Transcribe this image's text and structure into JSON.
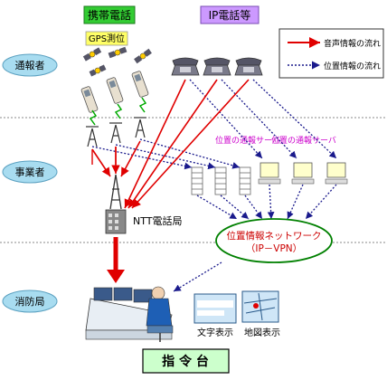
{
  "headers": {
    "mobile": "携帯電話",
    "ip_phone": "IP電話等"
  },
  "gps_label": "GPS測位",
  "legend": {
    "voice": "音声情報の流れ",
    "location": "位置情報の流れ"
  },
  "layers": {
    "caller": "通報者",
    "carrier": "事業者",
    "fire_dept": "消防局"
  },
  "location_server_labels": [
    "位置の通報サーバ",
    "位置の通報サーバ"
  ],
  "ntt_label": "NTT電話局",
  "network_label": [
    "位置情報ネットワーク",
    "（IP－VPN）"
  ],
  "screen_labels": {
    "text_display": "文字表示",
    "map_display": "地図表示"
  },
  "command_label": "指 令 台",
  "colors": {
    "voice": "#e00000",
    "location": "#1a1a8c",
    "mobile_header_bg": "#33cc33",
    "ip_header_bg": "#cc99ff",
    "layer_oval_bg": "#a8dcf0",
    "network_oval_border": "#008000",
    "fire_arrow": "#e00000",
    "label_magenta": "#cc00cc"
  }
}
